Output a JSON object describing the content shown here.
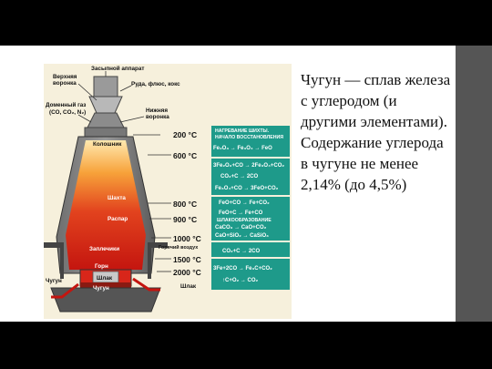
{
  "text": "Чугун — сплав железа с углеродом (и другими элементами). Содержание углерода в чугуне не менее 2,14%  (до 4,5%)",
  "labels": {
    "loader": "Засыпной аппарат",
    "top_cone_1": "Верхняя",
    "top_cone_2": "воронка",
    "ore": "Руда, флюс, кокс",
    "gas_1": "Доменный газ",
    "gas_2": "(CO, CO₂, N₂)",
    "bottom_cone_1": "Нижняя",
    "bottom_cone_2": "воронка",
    "throat": "Колошник",
    "shaft": "Шахта",
    "bosh": "Распар",
    "tuyeres": "Заплечики",
    "hot_air": "Горячий воздух",
    "hearth": "Горн",
    "iron_left": "Чугун",
    "slag_box": "Шлак",
    "iron_box": "Чугун",
    "slag_right": "Шлак"
  },
  "temperatures": [
    "200 °C",
    "600 °C",
    "800 °C",
    "900 °C",
    "1000 °C",
    "1500 °C",
    "2000 °C"
  ],
  "reactions": {
    "heating_title_1": "НАГРЕВАНИЕ ШИХТЫ.",
    "heating_title_2": "НАЧАЛО ВОССТАНОВЛЕНИЯ",
    "r1": "Fe₂O₃ → Fe₃O₄ → FeO",
    "r2": "3Fe₂O₃+CO → 2Fe₃O₄+CO₂",
    "r3": "CO₂+C → 2CO",
    "r4": "Fe₃O₄+CO → 3FeO+CO₂",
    "r5": "FeO+CO → Fe+CO₂",
    "r6": "FeO+C → Fe+CO",
    "slag_title": "ШЛАКООБРАЗОВАНИЕ",
    "r7": "CaCO₃ → CaO+CO₂",
    "r8": "CaO+SiO₂ → CaSiO₃",
    "r9": "CO₂+C → 2CO",
    "r10": "3Fe+2CO → Fe₃C+CO₂",
    "r11": "↑C+O₂ → CO₂"
  },
  "colors": {
    "panel": "#1e9a8a",
    "hot": "#d8261a",
    "warm": "#f08a20"
  }
}
